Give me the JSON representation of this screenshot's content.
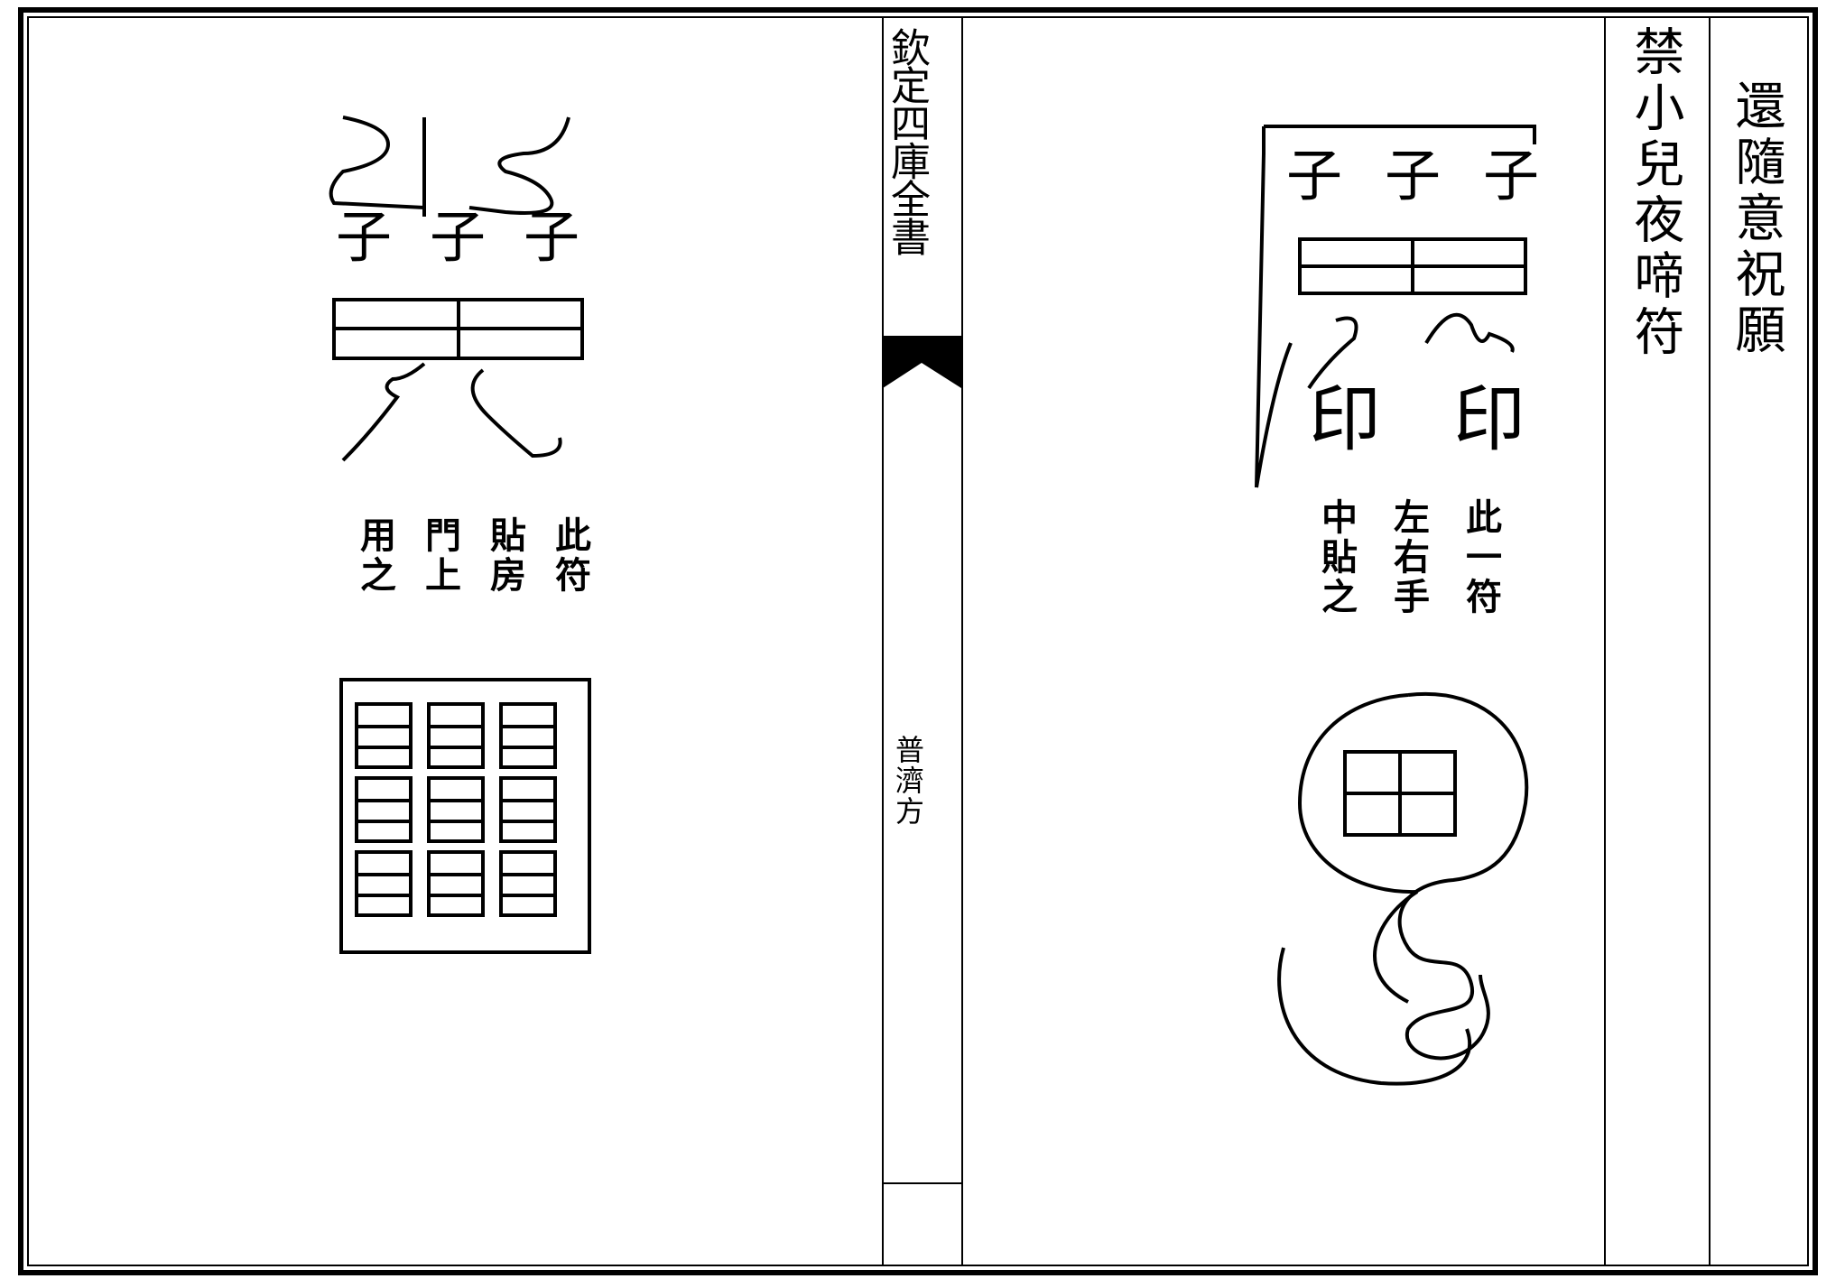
{
  "gutter": {
    "title": "欽定四庫全書",
    "book": "普濟方"
  },
  "right_page": {
    "col_1": "還隨意祝願",
    "col_2": "禁小兒夜啼符",
    "talisman_1": {
      "glyph_row": [
        "子",
        "子",
        "子"
      ],
      "seal_row": [
        "印",
        "印"
      ]
    },
    "note": [
      "此一符",
      "左右手",
      "中貼之"
    ]
  },
  "left_page": {
    "talisman_1": {
      "glyph_row": [
        "子",
        "子",
        "子"
      ]
    },
    "note": [
      "此符",
      "貼房",
      "門上",
      "用之"
    ]
  }
}
